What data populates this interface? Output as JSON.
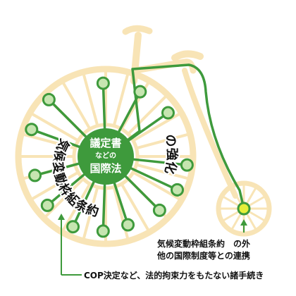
{
  "hub": {
    "line1": "議定書",
    "line2": "などの",
    "line3": "国際法"
  },
  "arc_left": "気候変動枠組条約",
  "arc_right": "の強化",
  "rear_wheel_caption": {
    "line1": "気候変動枠組条約　の外",
    "line2": "他の国際制度等との連携"
  },
  "bottom_caption": "COP決定など、法的拘束力をもたない諸手続き",
  "colors": {
    "beige": "#f8e4b6",
    "green": "#3e9a3c",
    "node_fill": "#c6e5b0",
    "yellow": "#e6ef3a",
    "text": "#111111"
  }
}
